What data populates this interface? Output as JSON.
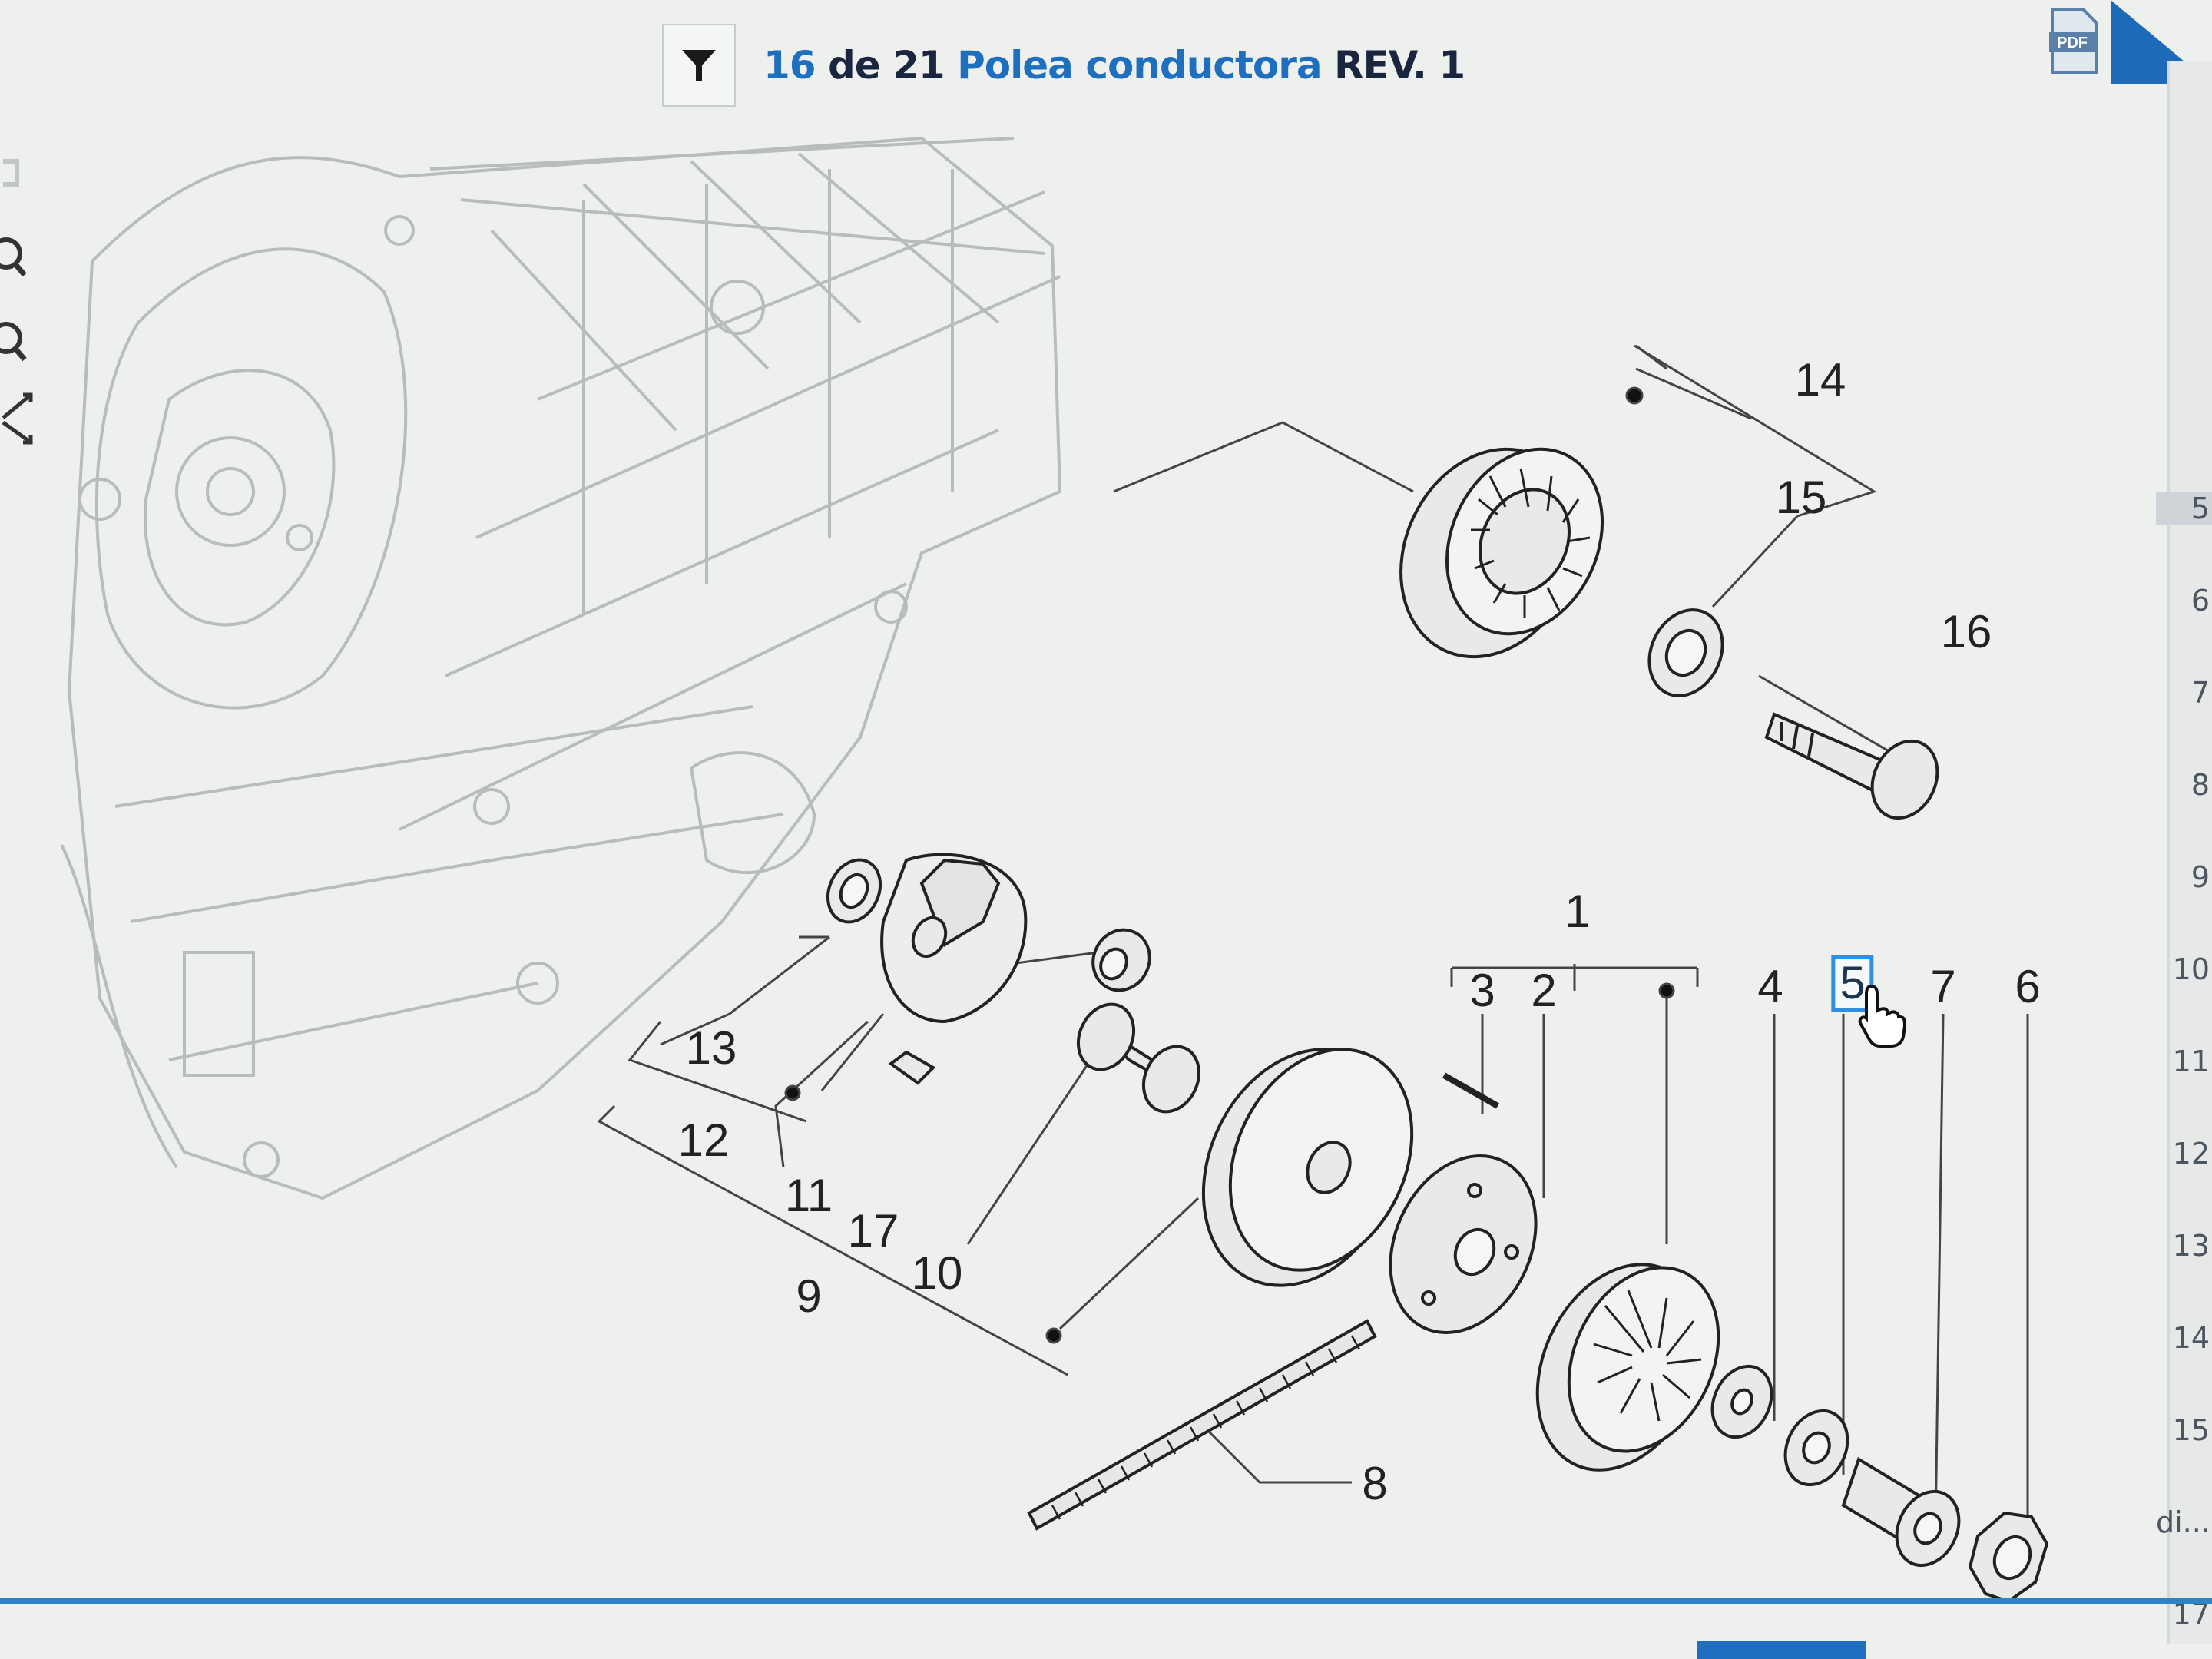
{
  "header": {
    "page_current": "16",
    "page_sep": " de ",
    "page_total": "21",
    "title": "Polea conductora",
    "revision": "REV. 1"
  },
  "tools": {
    "filter_icon": "filter-icon",
    "pdf_icon": "pdf-icon",
    "pdf_label": "PDF"
  },
  "page_index": [
    "5",
    "6",
    "7",
    "8",
    "9",
    "10",
    "11",
    "12",
    "13",
    "14",
    "15",
    "di...",
    "17"
  ],
  "callouts": {
    "c1": "1",
    "c2": "2",
    "c3": "3",
    "c4": "4",
    "c5": "5",
    "c6": "6",
    "c7": "7",
    "c8": "8",
    "c9": "9",
    "c10": "10",
    "c11": "11",
    "c12": "12",
    "c13": "13",
    "c14": "14",
    "c15": "15",
    "c16": "16",
    "c17": "17"
  },
  "selected_part": "5",
  "colors": {
    "accent": "#1f6fbf",
    "selection": "#2f8fe0",
    "background": "#eef0ee"
  }
}
